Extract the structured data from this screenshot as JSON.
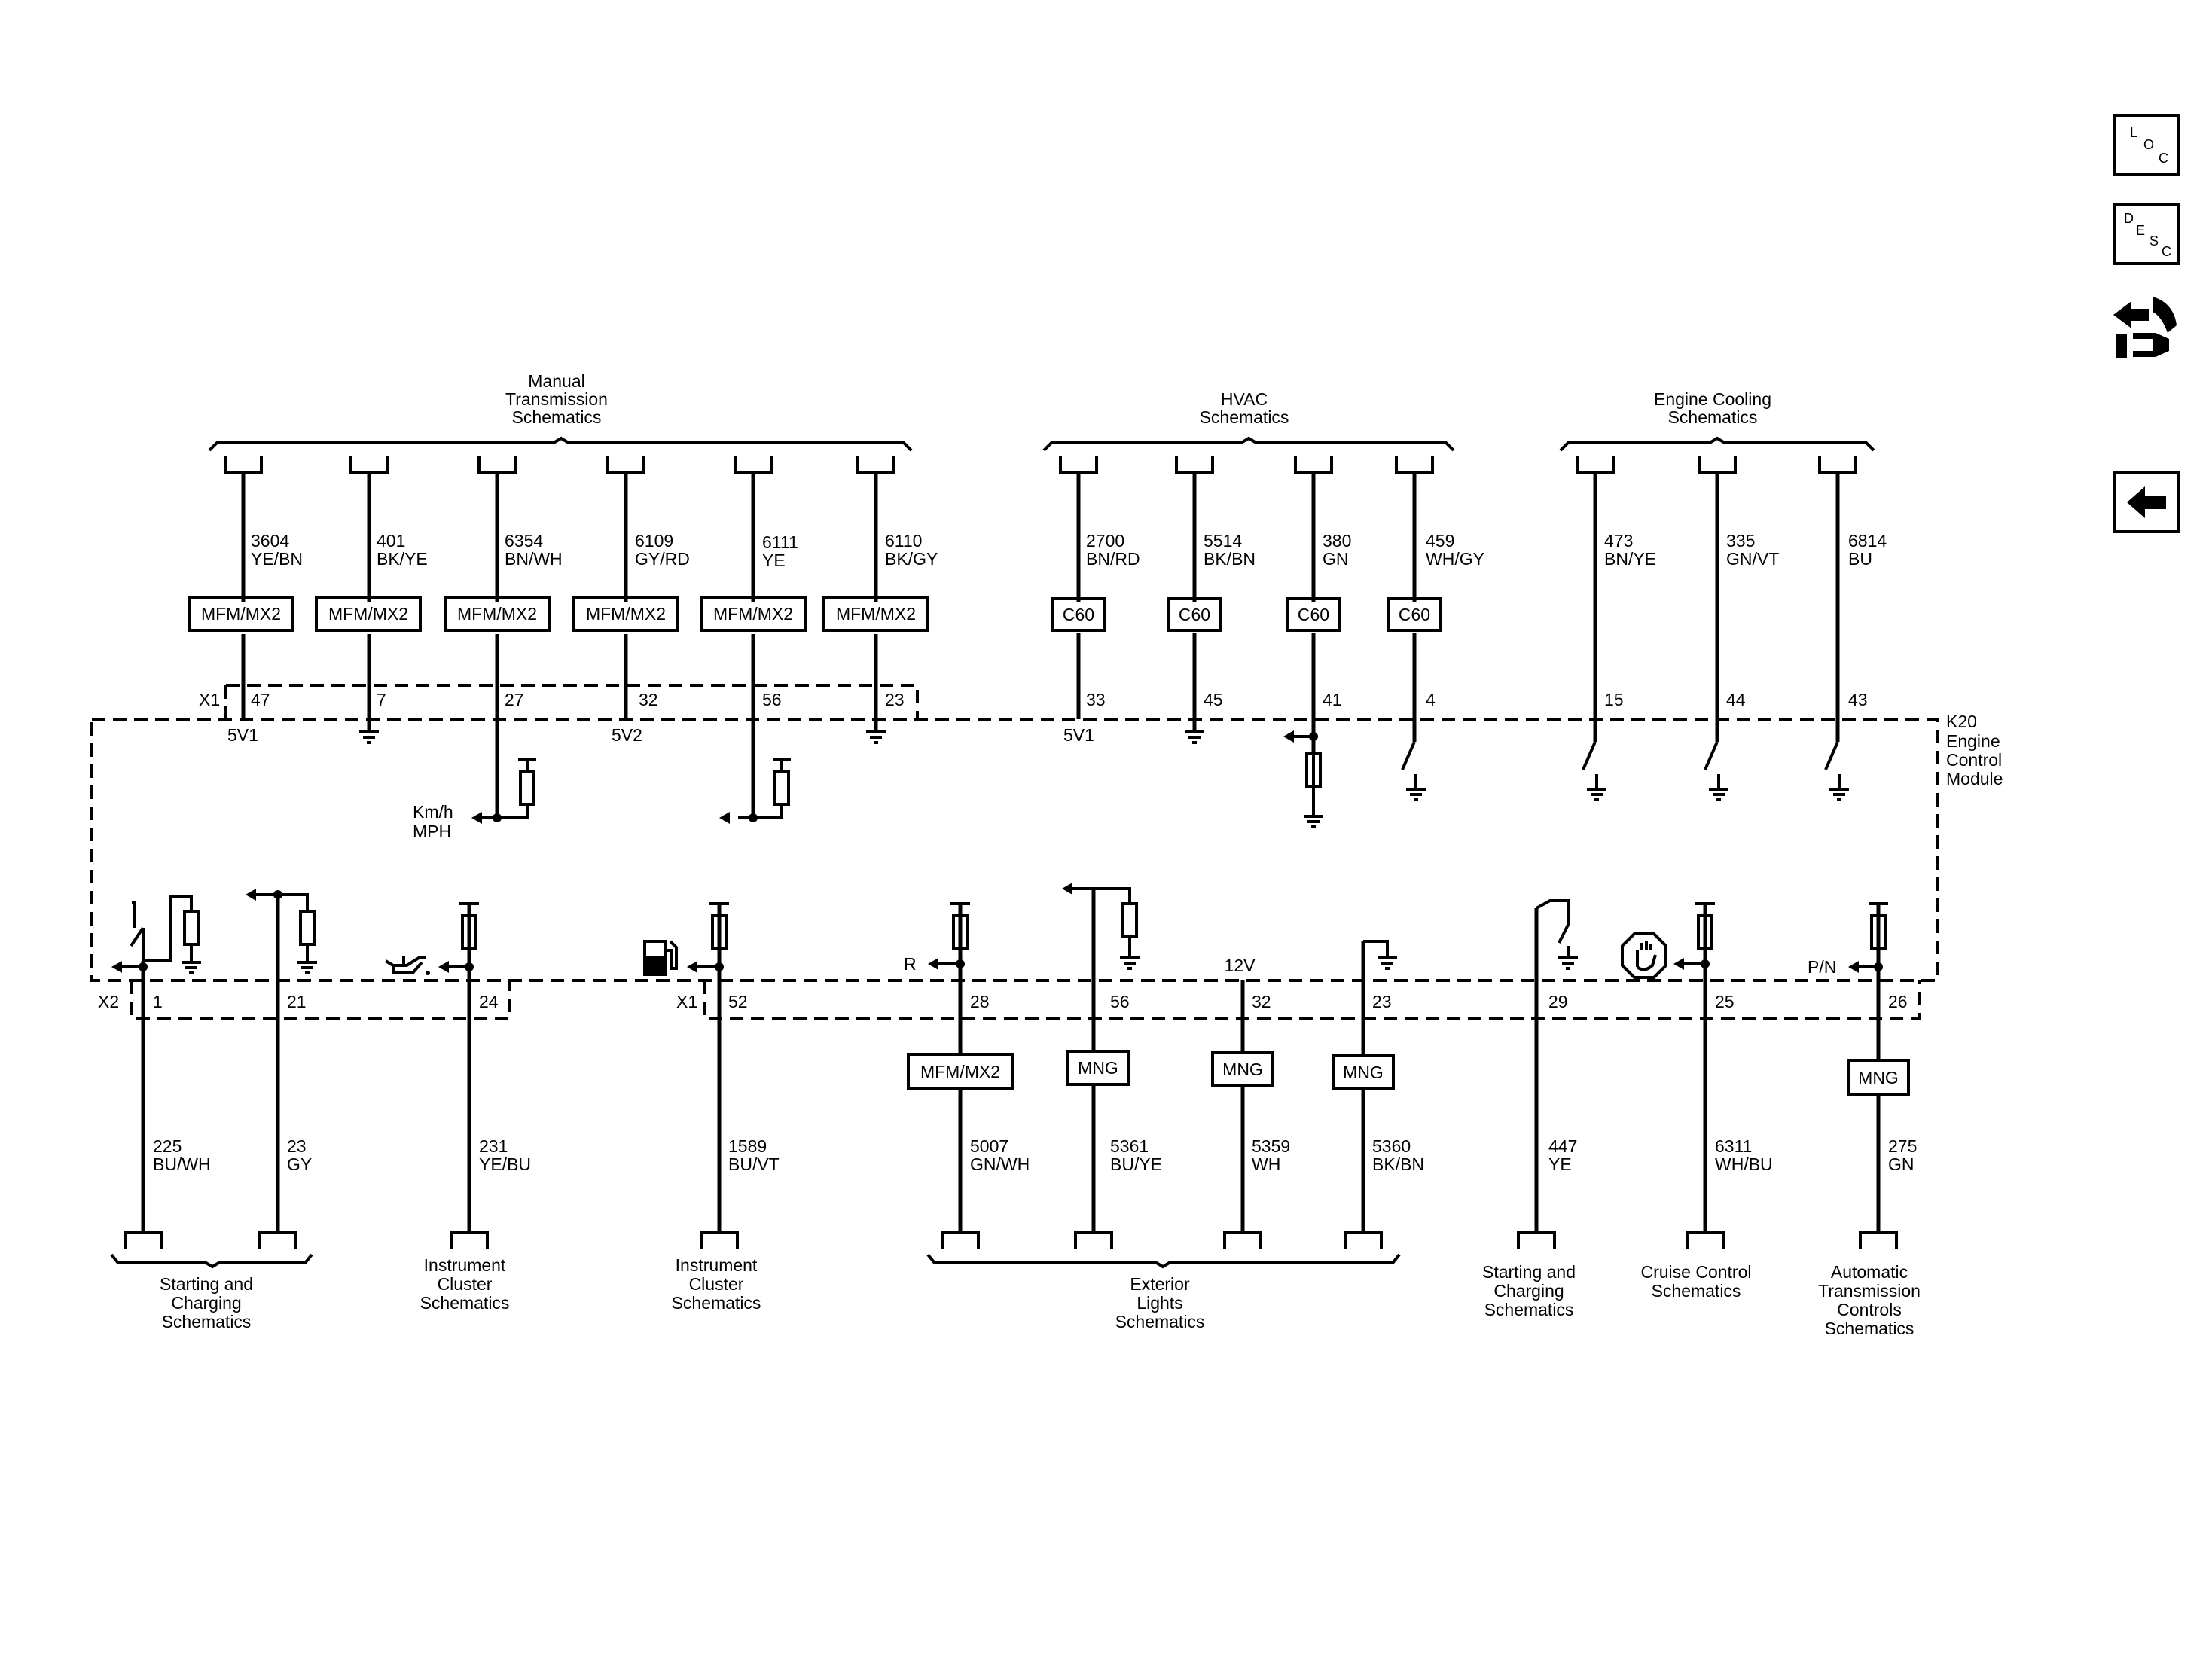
{
  "nav": {
    "loc": [
      "L",
      "O",
      "C"
    ],
    "desc": [
      "D",
      "E",
      "S",
      "C"
    ]
  },
  "module": {
    "id": "K20",
    "name_lines": [
      "Engine",
      "Control",
      "Module"
    ]
  },
  "top": {
    "groups": [
      {
        "lines": [
          "Manual",
          "Transmission",
          "Schematics"
        ]
      },
      {
        "lines": [
          "HVAC",
          "Schematics"
        ]
      },
      {
        "lines": [
          "Engine Cooling",
          "Schematics"
        ]
      }
    ],
    "connector": "X1",
    "circuits": [
      {
        "circuit": "3604",
        "color": "YE/BN",
        "inline": "MFM/MX2",
        "pin": "47",
        "internal": "5V1"
      },
      {
        "circuit": "401",
        "color": "BK/YE",
        "inline": "MFM/MX2",
        "pin": "7"
      },
      {
        "circuit": "6354",
        "color": "BN/WH",
        "inline": "MFM/MX2",
        "pin": "27"
      },
      {
        "circuit": "6109",
        "color": "GY/RD",
        "inline": "MFM/MX2",
        "pin": "32",
        "internal": "5V2"
      },
      {
        "circuit": "6111",
        "color": "YE",
        "inline": "MFM/MX2",
        "pin": "56"
      },
      {
        "circuit": "6110",
        "color": "BK/GY",
        "inline": "MFM/MX2",
        "pin": "23"
      },
      {
        "circuit": "2700",
        "color": "BN/RD",
        "inline": "C60",
        "pin": "33",
        "internal": "5V1"
      },
      {
        "circuit": "5514",
        "color": "BK/BN",
        "inline": "C60",
        "pin": "45"
      },
      {
        "circuit": "380",
        "color": "GN",
        "inline": "C60",
        "pin": "41"
      },
      {
        "circuit": "459",
        "color": "WH/GY",
        "inline": "C60",
        "pin": "4"
      },
      {
        "circuit": "473",
        "color": "BN/YE",
        "pin": "15"
      },
      {
        "circuit": "335",
        "color": "GN/VT",
        "pin": "44"
      },
      {
        "circuit": "6814",
        "color": "BU",
        "pin": "43"
      }
    ],
    "speed_label": [
      "Km/h",
      "MPH"
    ]
  },
  "bottom": {
    "connectors": [
      "X2",
      "X1"
    ],
    "circuits": [
      {
        "pin": "1",
        "circuit": "225",
        "color": "BU/WH"
      },
      {
        "pin": "21",
        "circuit": "23",
        "color": "GY"
      },
      {
        "pin": "24",
        "circuit": "231",
        "color": "YE/BU"
      },
      {
        "pin": "52",
        "circuit": "1589",
        "color": "BU/VT"
      },
      {
        "pin": "28",
        "circuit": "5007",
        "color": "GN/WH",
        "inline": "MFM/MX2",
        "internal": "R"
      },
      {
        "pin": "56",
        "circuit": "5361",
        "color": "BU/YE",
        "inline": "MNG"
      },
      {
        "pin": "32",
        "circuit": "5359",
        "color": "WH",
        "inline": "MNG",
        "internal": "12V"
      },
      {
        "pin": "23",
        "circuit": "5360",
        "color": "BK/BN",
        "inline": "MNG"
      },
      {
        "pin": "29",
        "circuit": "447",
        "color": "YE"
      },
      {
        "pin": "25",
        "circuit": "6311",
        "color": "WH/BU"
      },
      {
        "pin": "26",
        "circuit": "275",
        "color": "GN",
        "inline": "MNG",
        "internal": "P/N"
      }
    ],
    "destinations": [
      {
        "lines": [
          "Starting and",
          "Charging",
          "Schematics"
        ]
      },
      {
        "lines": [
          "Instrument",
          "Cluster",
          "Schematics"
        ]
      },
      {
        "lines": [
          "Instrument",
          "Cluster",
          "Schematics"
        ]
      },
      {
        "lines": [
          "Exterior",
          "Lights",
          "Schematics"
        ]
      },
      {
        "lines": [
          "Starting and",
          "Charging",
          "Schematics"
        ]
      },
      {
        "lines": [
          "Cruise Control",
          "Schematics"
        ]
      },
      {
        "lines": [
          "Automatic",
          "Transmission",
          "Controls",
          "Schematics"
        ]
      }
    ]
  }
}
